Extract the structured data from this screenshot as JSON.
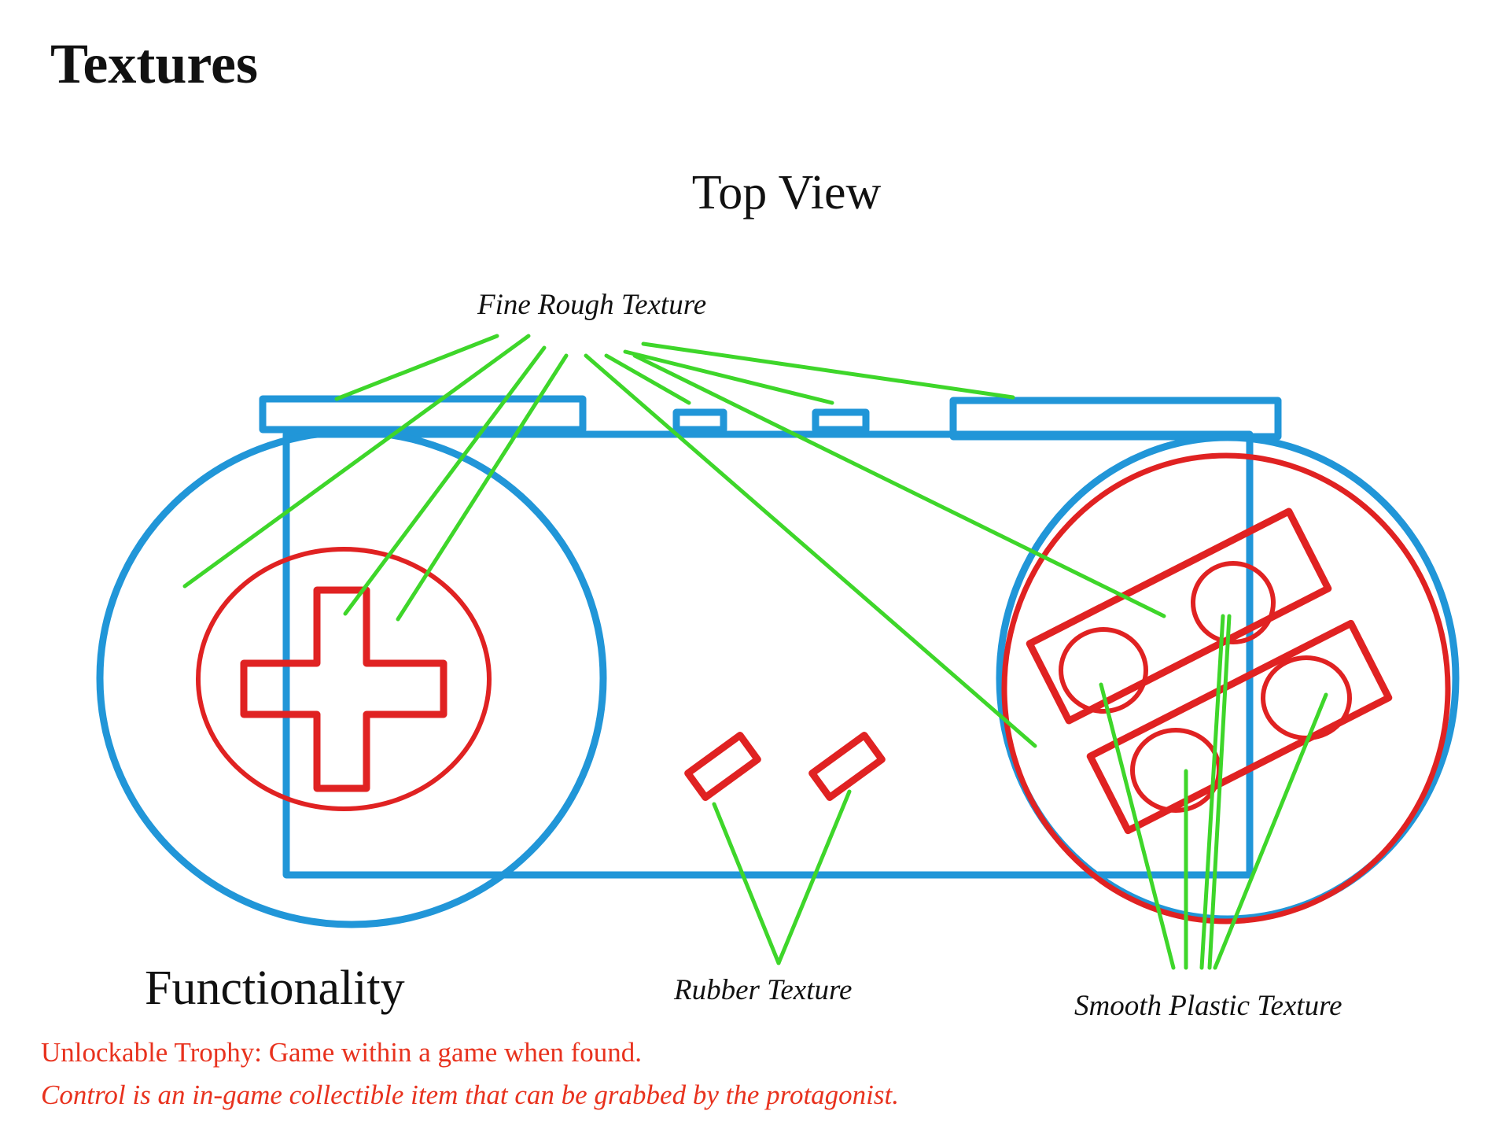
{
  "page": {
    "title": "Textures",
    "view_title": "Top View"
  },
  "labels": {
    "fine_rough": "Fine Rough Texture",
    "rubber": "Rubber Texture",
    "smooth_plastic": "Smooth Plastic Texture"
  },
  "functionality": {
    "heading": "Functionality",
    "note_1": "Unlockable Trophy: Game within a game when found.",
    "note_2": "Control is an in-game collectible item that can be grabbed by the protagonist."
  },
  "colors": {
    "outline_blue": "#2196d8",
    "button_red": "#e02222",
    "leader_green": "#3ed62a",
    "note_red": "#e8321e"
  }
}
